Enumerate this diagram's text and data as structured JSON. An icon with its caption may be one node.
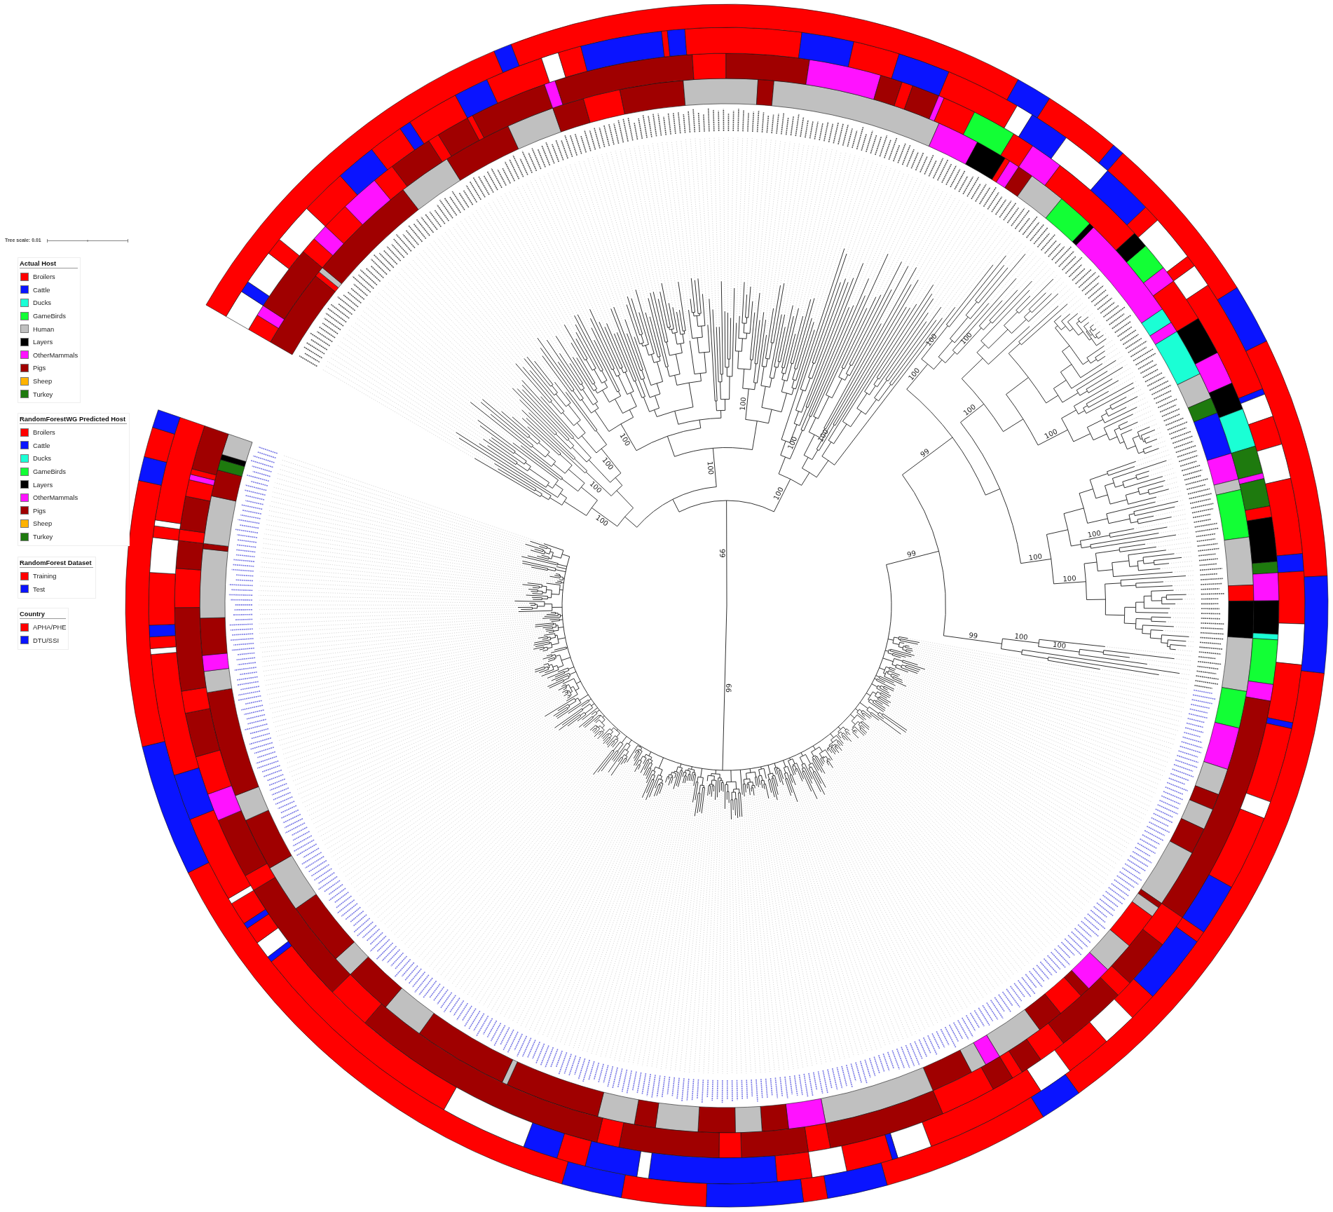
{
  "diagram": {
    "labels": [
      "Tree scale: 0.01",
      "Actual Host",
      "RandomForestWG Predicted Host",
      "RandomForest Dataset",
      "Country",
      "99",
      "99",
      "99",
      "99",
      "99",
      "100",
      "100",
      "100",
      "100",
      "100",
      "100",
      "100",
      "100",
      "100",
      "100",
      "100",
      "100",
      "100",
      "100",
      "100",
      "100",
      "100",
      "100",
      "100"
    ],
    "legend": [
      {
        "text": "Broilers",
        "color": "#ff0000"
      },
      {
        "text": "Cattle",
        "color": "#0a14ff"
      },
      {
        "text": "Ducks",
        "color": "#1affd5"
      },
      {
        "text": "GameBirds",
        "color": "#12ff35"
      },
      {
        "text": "Human",
        "color": "#c0c0c0"
      },
      {
        "text": "Layers",
        "color": "#000000"
      },
      {
        "text": "OtherMammals",
        "color": "#ff12ff"
      },
      {
        "text": "Pigs",
        "color": "#a00000"
      },
      {
        "text": "Sheep",
        "color": "#ffb300"
      },
      {
        "text": "Turkey",
        "color": "#1e7a0e"
      },
      {
        "text": "Broilers",
        "color": "#ff0000"
      },
      {
        "text": "Cattle",
        "color": "#0a14ff"
      },
      {
        "text": "Ducks",
        "color": "#1affd5"
      },
      {
        "text": "GameBirds",
        "color": "#12ff35"
      },
      {
        "text": "Layers",
        "color": "#000000"
      },
      {
        "text": "OtherMammals",
        "color": "#ff12ff"
      },
      {
        "text": "Pigs",
        "color": "#a00000"
      },
      {
        "text": "Sheep",
        "color": "#ffb300"
      },
      {
        "text": "Turkey",
        "color": "#1e7a0e"
      },
      {
        "text": "Training",
        "color": "#ff0000"
      },
      {
        "text": "Test",
        "color": "#0a14ff"
      },
      {
        "text": "APHA/PHE",
        "color": "#ff0000"
      },
      {
        "text": "DTU/SSI",
        "color": "#0a14ff"
      }
    ]
  }
}
